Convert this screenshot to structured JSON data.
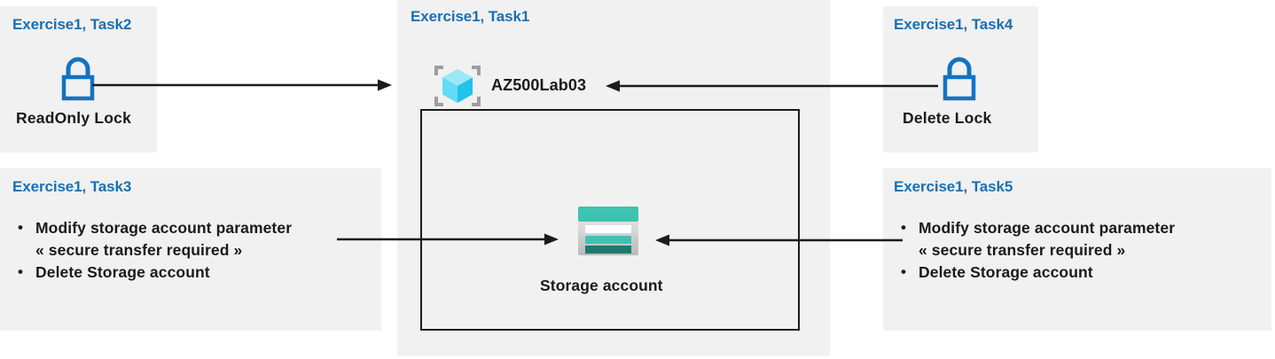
{
  "diagram": {
    "title_color": "#1a6fb4",
    "panel_bg": "#f1f1f1",
    "lock_color": "#1173c4",
    "storage_teal": "#3dbfae",
    "storage_dark_teal": "#1f7a6e"
  },
  "panels": {
    "task2": {
      "title": "Exercise1, Task2",
      "lock_icon": "padlock-icon",
      "caption": "ReadOnly  Lock"
    },
    "task1": {
      "title": "Exercise1, Task1",
      "resource_group_icon": "resource-group-cube-icon",
      "resource_group_label": "AZ500Lab03",
      "storage_icon": "storage-account-icon",
      "storage_label": "Storage account"
    },
    "task4": {
      "title": "Exercise1, Task4",
      "lock_icon": "padlock-icon",
      "caption": "Delete Lock"
    },
    "task3": {
      "title": "Exercise1, Task3",
      "bullets": [
        {
          "line1": "Modify storage account parameter",
          "line2": "« secure transfer required »"
        },
        {
          "line1": "Delete Storage account",
          "line2": ""
        }
      ]
    },
    "task5": {
      "title": "Exercise1, Task5",
      "bullets": [
        {
          "line1": "Modify storage account parameter",
          "line2": "« secure transfer required »"
        },
        {
          "line1": "Delete Storage account",
          "line2": ""
        }
      ]
    }
  },
  "arrows": [
    {
      "name": "arrow-task2-to-resource-group",
      "direction": "right"
    },
    {
      "name": "arrow-task4-to-resource-group",
      "direction": "left"
    },
    {
      "name": "arrow-task3-to-storage-account",
      "direction": "right"
    },
    {
      "name": "arrow-task5-to-storage-account",
      "direction": "left"
    }
  ]
}
